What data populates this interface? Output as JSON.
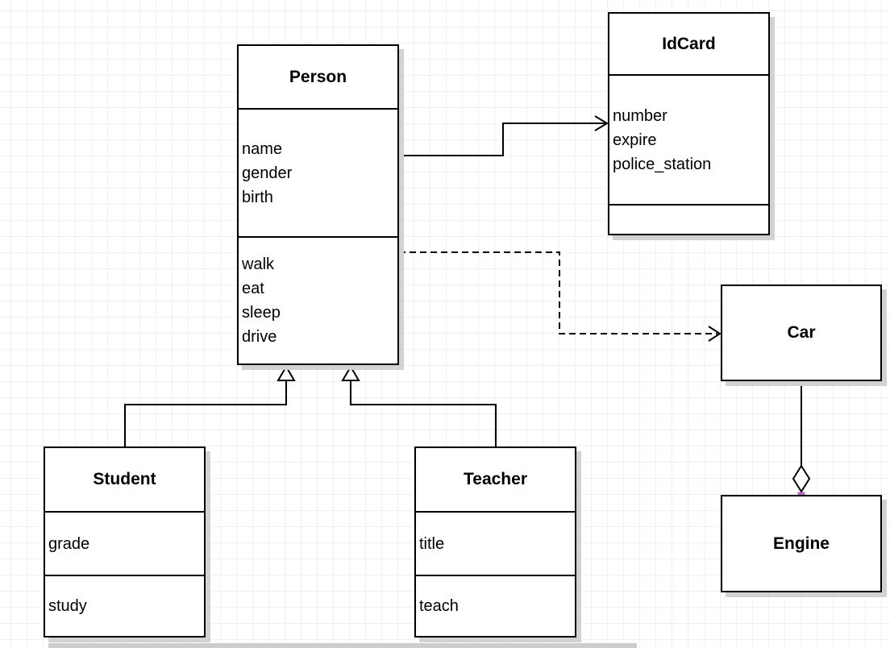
{
  "diagram": {
    "type": "uml-class-diagram",
    "classes": [
      {
        "id": "person",
        "name": "Person",
        "attributes": [
          "name",
          "gender",
          "birth"
        ],
        "methods": [
          "walk",
          "eat",
          "sleep",
          "drive"
        ]
      },
      {
        "id": "idcard",
        "name": "IdCard",
        "attributes": [
          "number",
          "expire",
          "police_station"
        ],
        "methods": []
      },
      {
        "id": "car",
        "name": "Car",
        "attributes": [],
        "methods": []
      },
      {
        "id": "engine",
        "name": "Engine",
        "attributes": [],
        "methods": []
      },
      {
        "id": "student",
        "name": "Student",
        "attributes": [
          "grade"
        ],
        "methods": [
          "study"
        ]
      },
      {
        "id": "teacher",
        "name": "Teacher",
        "attributes": [
          "title"
        ],
        "methods": [
          "teach"
        ]
      }
    ],
    "relationships": [
      {
        "type": "association",
        "from": "Person",
        "to": "IdCard",
        "line": "solid",
        "end": "open-arrow"
      },
      {
        "type": "dependency",
        "from": "Person",
        "to": "Car",
        "line": "dashed",
        "end": "open-arrow"
      },
      {
        "type": "generalization",
        "from": "Student",
        "to": "Person",
        "line": "solid",
        "end": "hollow-triangle"
      },
      {
        "type": "generalization",
        "from": "Teacher",
        "to": "Person",
        "line": "solid",
        "end": "hollow-triangle"
      },
      {
        "type": "aggregation",
        "from": "Car",
        "to": "Engine",
        "line": "solid",
        "end": "hollow-diamond",
        "selected": true
      }
    ],
    "colors": {
      "stroke": "#000000",
      "box_fill": "#ffffff",
      "box_shadow": "#d2d2d2",
      "grid_line": "#f0f0f2",
      "selection_handle": "#b266be"
    }
  }
}
